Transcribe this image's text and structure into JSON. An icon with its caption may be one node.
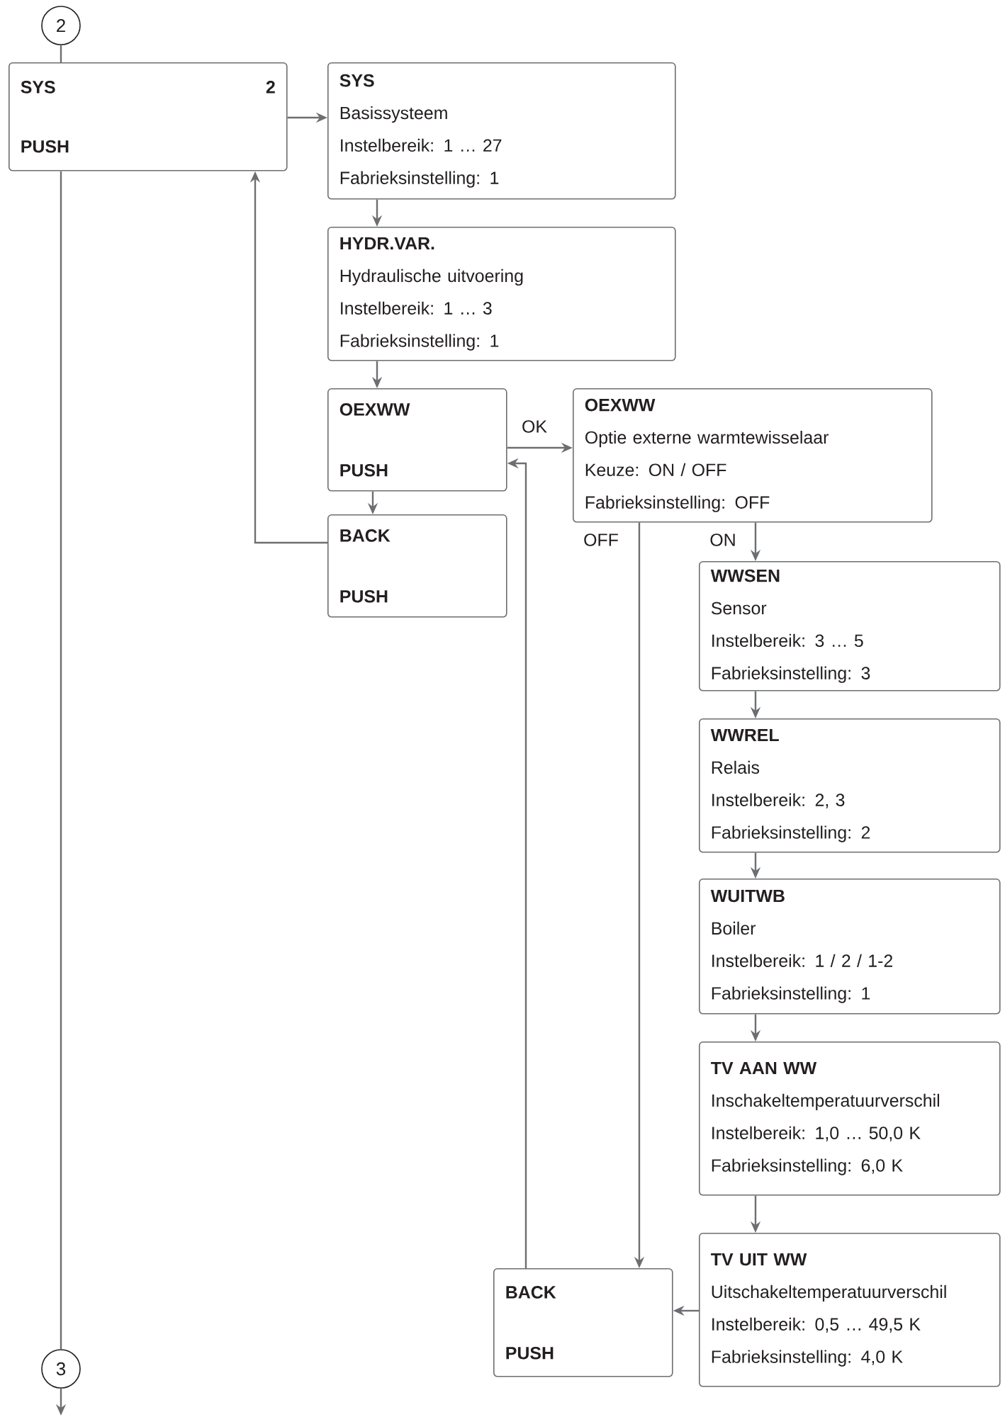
{
  "diagram": {
    "nodes": [
      {
        "text": [
          "2"
        ]
      },
      {
        "text": [
          "SYS",
          "2",
          "PUSH"
        ]
      },
      {
        "text": [
          "SYS",
          "Basissysteem",
          "Instelbereik: 1 … 27",
          "Fabrieksinstelling: 1"
        ]
      },
      {
        "text": [
          "HYDR.VAR.",
          "Hydraulische uitvoering",
          "Instelbereik: 1 … 3",
          "Fabrieksinstelling: 1"
        ]
      },
      {
        "text": [
          "OEXWW",
          "PUSH"
        ]
      },
      {
        "text": [
          "BACK",
          "PUSH"
        ]
      },
      {
        "text": [
          "OEXWW",
          "Optie externe warmtewisselaar",
          "Keuze: ON / OFF",
          "Fabrieksinstelling: OFF"
        ]
      },
      {
        "text": [
          "WWSEN",
          "Sensor",
          "Instelbereik: 3 … 5",
          "Fabrieksinstelling: 3"
        ]
      },
      {
        "text": [
          "WWREL",
          "Relais",
          "Instelbereik: 2, 3",
          "Fabrieksinstelling: 2"
        ]
      },
      {
        "text": [
          "WUITWB",
          "Boiler",
          "Instelbereik: 1 / 2 / 1-2",
          "Fabrieksinstelling: 1"
        ]
      },
      {
        "text": [
          "TV AAN WW",
          "Inschakeltemperatuurverschil",
          "Instelbereik: 1,0 … 50,0 K",
          "Fabrieksinstelling: 6,0 K"
        ]
      },
      {
        "text": [
          "TV UIT WW",
          "Uitschakeltemperatuurverschil",
          "Instelbereik: 0,5 … 49,5 K",
          "Fabrieksinstelling: 4,0 K"
        ]
      },
      {
        "text": [
          "BACK",
          "PUSH"
        ]
      },
      {
        "text": [
          "3"
        ]
      }
    ],
    "edges": [
      {
        "from": 0,
        "to": 1,
        "arrow": "none"
      },
      {
        "from": 1,
        "to": 2,
        "arrow": "to"
      },
      {
        "from": 2,
        "to": 3,
        "arrow": "to"
      },
      {
        "from": 3,
        "to": 4,
        "arrow": "to"
      },
      {
        "from": 4,
        "to": 5,
        "arrow": "to"
      },
      {
        "from": 5,
        "to": 1,
        "arrow": "to"
      },
      {
        "from": 4,
        "to": 6,
        "arrow": "to",
        "label": "OK"
      },
      {
        "from": 6,
        "to": 7,
        "arrow": "to",
        "label": "ON"
      },
      {
        "from": 6,
        "to": 12,
        "arrow": "to",
        "label": "OFF"
      },
      {
        "from": 7,
        "to": 8,
        "arrow": "to"
      },
      {
        "from": 8,
        "to": 9,
        "arrow": "to"
      },
      {
        "from": 9,
        "to": 10,
        "arrow": "to"
      },
      {
        "from": 10,
        "to": 11,
        "arrow": "to"
      },
      {
        "from": 11,
        "to": 12,
        "arrow": "to"
      },
      {
        "from": 12,
        "to": 4,
        "arrow": "to"
      },
      {
        "from": 1,
        "to": 13,
        "arrow": "none"
      },
      {
        "from": 13,
        "to": null,
        "arrow": "to"
      }
    ]
  }
}
